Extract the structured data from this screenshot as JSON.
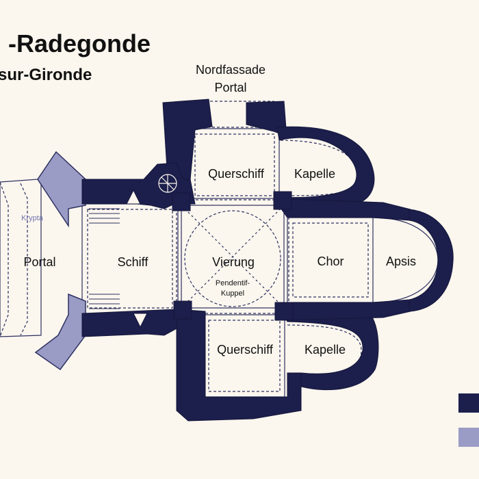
{
  "title": {
    "line1": "-Radegonde",
    "line2": "sur-Gironde"
  },
  "labels": {
    "north_facade": "Nordfassade",
    "north_portal": "Portal",
    "transept_north": "Querschiff",
    "chapel_north": "Kapelle",
    "crypt": "Krypta",
    "west_portal": "Portal",
    "nave": "Schiff",
    "crossing": "Vierung",
    "pendentive_1": "Pendentif-",
    "pendentive_2": "Kuppel",
    "choir": "Chor",
    "apse": "Apsis",
    "transept_south": "Querschiff",
    "chapel_south": "Kapelle"
  },
  "colors": {
    "background": "#fbf6ee",
    "wall_dark": "#1c1f4c",
    "wall_light": "#9a9cc6",
    "line": "#2d3060",
    "text": "#111111"
  }
}
